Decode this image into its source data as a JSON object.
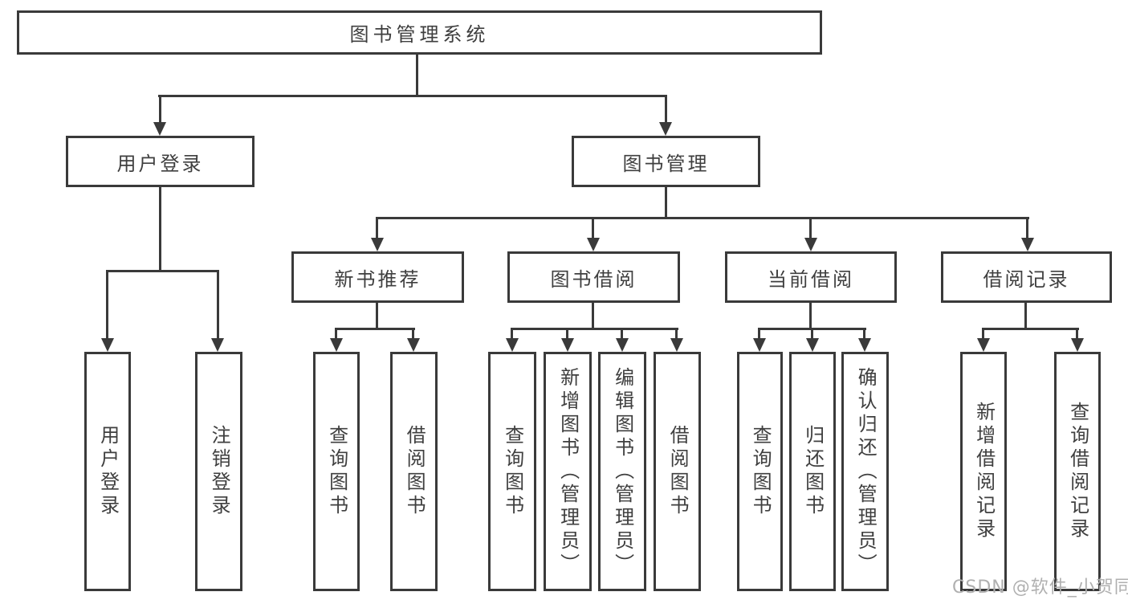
{
  "diagram": {
    "root": "图书管理系统",
    "level2": {
      "user_login": "用户登录",
      "book_mgmt": "图书管理"
    },
    "level3": {
      "new_book_rec": "新书推荐",
      "book_borrow": "图书借阅",
      "current_borrow": "当前借阅",
      "borrow_records": "借阅记录"
    },
    "leaves": {
      "login": "用户登录",
      "logout": "注销登录",
      "rec_query": "查询图书",
      "rec_borrow": "借阅图书",
      "bb_query": "查询图书",
      "bb_add": "新增图书（管理员）",
      "bb_edit": "编辑图书（管理员）",
      "bb_borrow": "借阅图书",
      "cb_query": "查询图书",
      "cb_return": "归还图书",
      "cb_confirm": "确认归还（管理员）",
      "br_add": "新增借阅记录",
      "br_query": "查询借阅记录"
    }
  },
  "watermark": {
    "text": "CSDN @软件_小贺同学",
    "color": "#b0b0b0"
  },
  "colors": {
    "line": "#3a3a3a",
    "text": "#3f3f3f",
    "background": "#ffffff"
  }
}
